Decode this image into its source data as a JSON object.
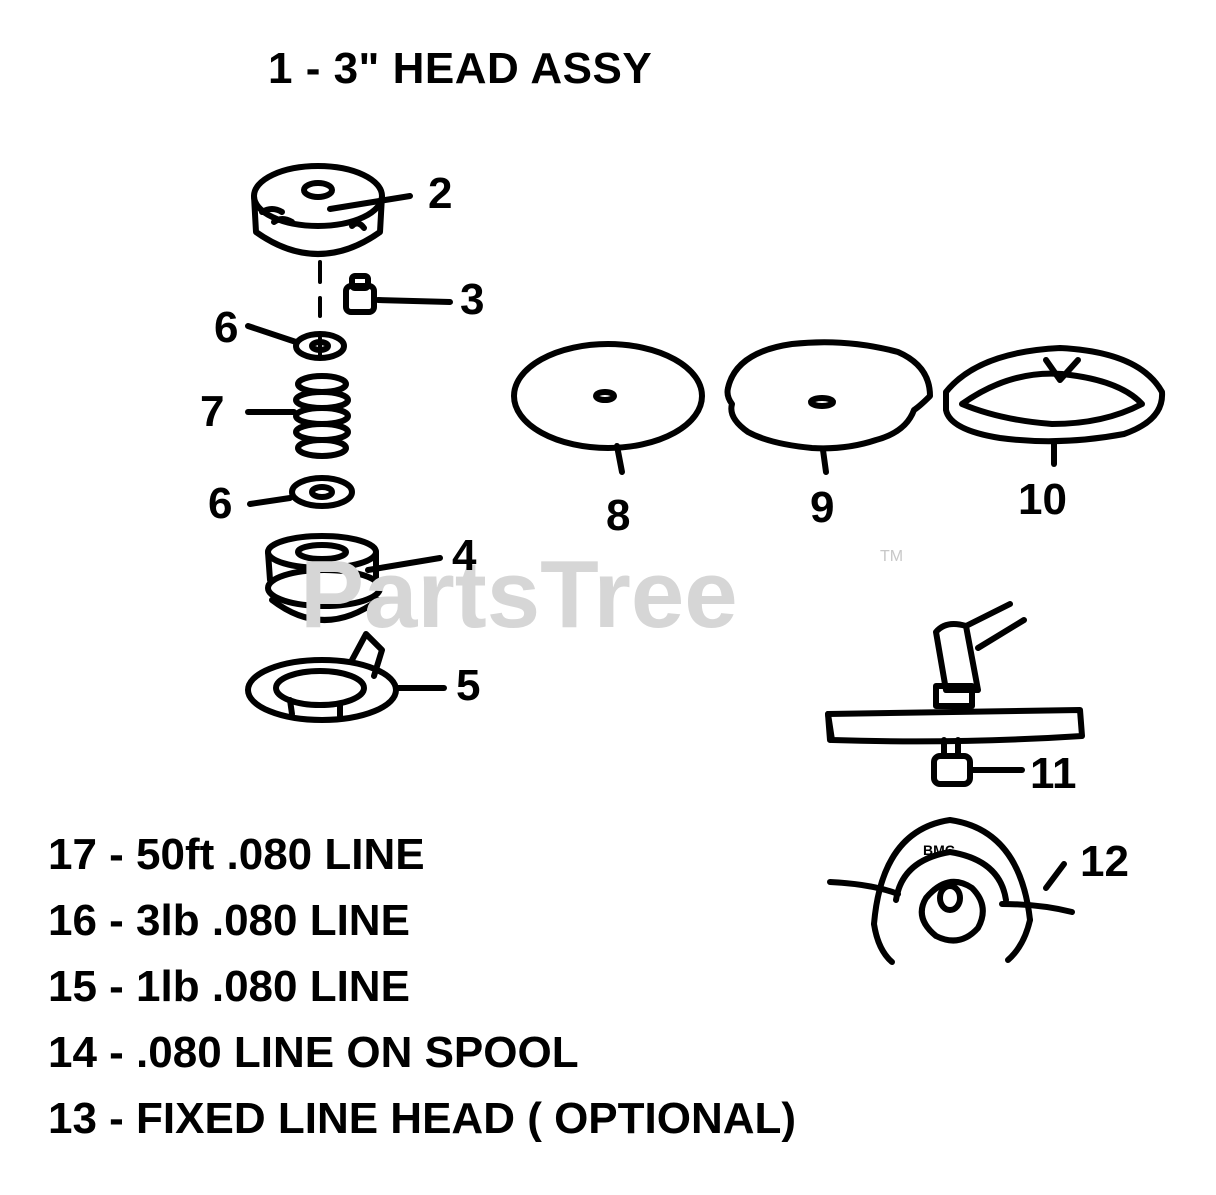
{
  "title": "1 - 3\" HEAD ASSY",
  "callouts": {
    "c2": "2",
    "c3": "3",
    "c6a": "6",
    "c7": "7",
    "c6b": "6",
    "c4": "4",
    "c5": "5",
    "c8": "8",
    "c9": "9",
    "c10": "10",
    "c11": "11",
    "c12": "12"
  },
  "legend": [
    "17 - 50ft .080 LINE",
    "16 - 3lb .080 LINE",
    "15 - 1lb .080 LINE",
    "14 - .080 LINE ON SPOOL",
    "13 - FIXED LINE HEAD ( OPTIONAL)"
  ],
  "watermark": {
    "text": "PartsTree",
    "tm": "TM"
  },
  "part12_label": "BMC"
}
